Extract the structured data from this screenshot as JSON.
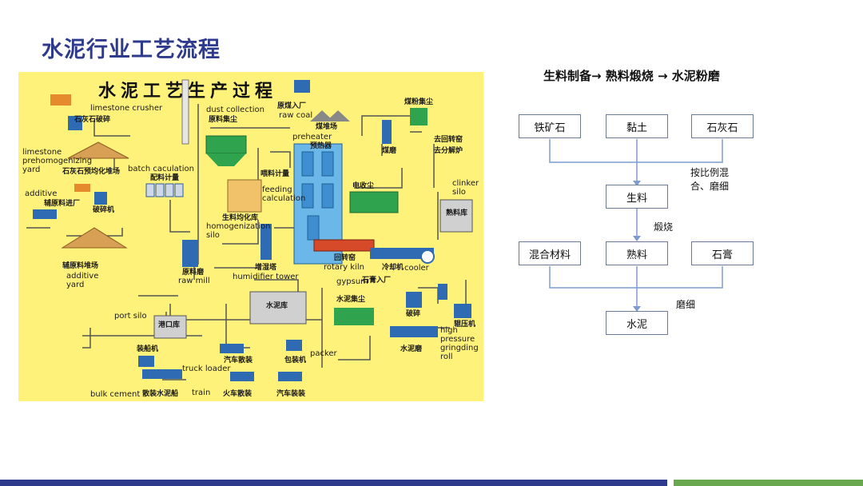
{
  "slide": {
    "title": "水泥行业工艺流程"
  },
  "plant_diagram": {
    "title": "水泥工艺生产过程",
    "labels": {
      "limestone_crusher_en": "limestone crusher",
      "limestone_crusher_cn": "石灰石破碎",
      "dust_collection": "dust collection",
      "raw_meal_dust_cn": "原料集尘",
      "raw_coal_in_cn": "原煤入厂",
      "raw_coal_en": "raw coal",
      "coal_yard_cn": "煤堆场",
      "coal_dust_cn": "煤粉集尘",
      "to_kiln_cn": "去回转窑",
      "to_calciner_cn": "去分解炉",
      "coal_mill_cn": "煤磨",
      "limestone_prehom_en": "limestone prehomogenizing yard",
      "limestone_prehom_cn": "石灰石预均化堆场",
      "batch_calc_en": "batch caculation",
      "batch_calc_cn": "配料计量",
      "preheater_en": "preheater",
      "preheater_cn": "预热器",
      "meal_metering_cn": "喂料计量",
      "feeding_calc_en": "feeding calculation",
      "esp_cn": "电收尘",
      "clinker_silo_en": "clinker silo",
      "clinker_silo_cn": "熟料库",
      "additive_en": "additive",
      "additive_in_cn": "辅原料进厂",
      "crusher_cn": "破碎机",
      "homog_silo_cn": "生料均化库",
      "homog_silo_en": "homogenization silo",
      "additive_yard_cn": "辅原料堆场",
      "additive_yard_en": "additive yard",
      "raw_mill_cn": "原料磨",
      "raw_mill_en": "raw mill",
      "humidifier_cn": "增湿塔",
      "humidifier_en": "humidifier tower",
      "rotary_kiln_cn": "回转窑",
      "rotary_kiln_en": "rotary kiln",
      "cooler_cn": "冷却机",
      "cooler_en": "cooler",
      "gypsum_en": "gypsum",
      "gypsum_in_cn": "石膏入厂",
      "port_silo_en": "port silo",
      "port_silo_cn": "港口库",
      "cement_silo_cn": "水泥库",
      "cement_dust_cn": "水泥集尘",
      "crush_cn": "破碎",
      "roller_press_cn": "辊压机",
      "cement_mill_cn": "水泥磨",
      "hpgr_en": "high pressure gringding roll",
      "ship_loader_cn": "装船机",
      "truck_loader_en": "truck loader",
      "truck_load_cn": "汽车散装",
      "packer_en": "packer",
      "packer_cn": "包装机",
      "bulk_cement_en": "bulk cement",
      "bulk_ship_cn": "散装水泥船",
      "train_en": "train",
      "train_load_cn": "火车散装",
      "truck_bulk_cn": "汽车装装"
    }
  },
  "flow": {
    "heading": "生料制备→ 熟料煅烧 → 水泥粉磨",
    "row1": [
      "铁矿石",
      "黏土",
      "石灰石"
    ],
    "note1": "按比例混\n合、磨细",
    "raw_meal": "生料",
    "note2": "煅烧",
    "row2": [
      "混合材料",
      "熟料",
      "石膏"
    ],
    "note3": "磨细",
    "cement": "水泥"
  }
}
